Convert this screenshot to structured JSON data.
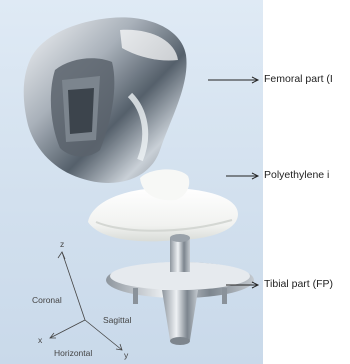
{
  "callouts": {
    "femoral": "Femoral part (I",
    "polyethylene": "Polyethylene i",
    "tibial": "Tibial part (FP)"
  },
  "axes": {
    "z": "z",
    "x": "x",
    "y": "y",
    "coronal": "Coronal",
    "sagittal": "Sagittal",
    "horizontal": "Horizontal"
  }
}
